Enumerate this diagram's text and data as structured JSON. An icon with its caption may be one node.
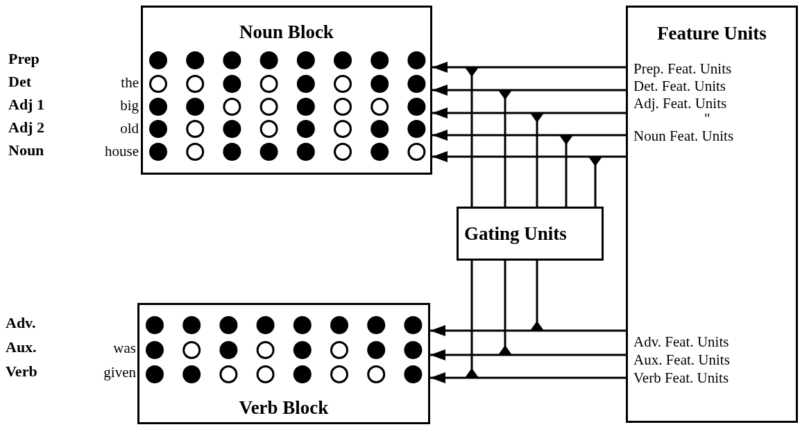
{
  "diagram": {
    "nodes": [
      {
        "text": [
          "Noun Block"
        ],
        "beside": [
          "the",
          "big",
          "old",
          "house"
        ]
      },
      {
        "text": [
          "Feature Units",
          "Prep. Feat. Units",
          "Det. Feat. Units",
          "Adj. Feat. Units",
          "\"",
          "Noun Feat. Units",
          "Adv. Feat. Units",
          "Aux. Feat. Units",
          "Verb Feat. Units"
        ]
      },
      {
        "text": [
          "Gating Units"
        ]
      },
      {
        "text": [
          "Verb Block"
        ],
        "beside": [
          "was",
          "given"
        ]
      }
    ],
    "edges": [
      {
        "from": 1,
        "to": 0,
        "arrow": "to"
      },
      {
        "from": 1,
        "to": 0,
        "arrow": "to"
      },
      {
        "from": 1,
        "to": 0,
        "arrow": "to"
      },
      {
        "from": 1,
        "to": 0,
        "arrow": "to"
      },
      {
        "from": 1,
        "to": 0,
        "arrow": "to"
      },
      {
        "from": 1,
        "to": 3,
        "arrow": "to"
      },
      {
        "from": 1,
        "to": 3,
        "arrow": "to"
      },
      {
        "from": 1,
        "to": 3,
        "arrow": "to"
      },
      {
        "from": 2,
        "to": null,
        "arrow": "other"
      },
      {
        "from": 2,
        "to": null,
        "arrow": "other"
      },
      {
        "from": 2,
        "to": null,
        "arrow": "other"
      },
      {
        "from": 2,
        "to": null,
        "arrow": "other"
      },
      {
        "from": 2,
        "to": null,
        "arrow": "other"
      },
      {
        "from": 2,
        "to": null,
        "arrow": "other"
      },
      {
        "from": 2,
        "to": null,
        "arrow": "other"
      },
      {
        "from": 2,
        "to": null,
        "arrow": "other"
      }
    ],
    "labels": [
      "Prep",
      "Det",
      "Adj 1",
      "Adj 2",
      "Noun",
      "Adv.",
      "Aux.",
      "Verb"
    ]
  }
}
